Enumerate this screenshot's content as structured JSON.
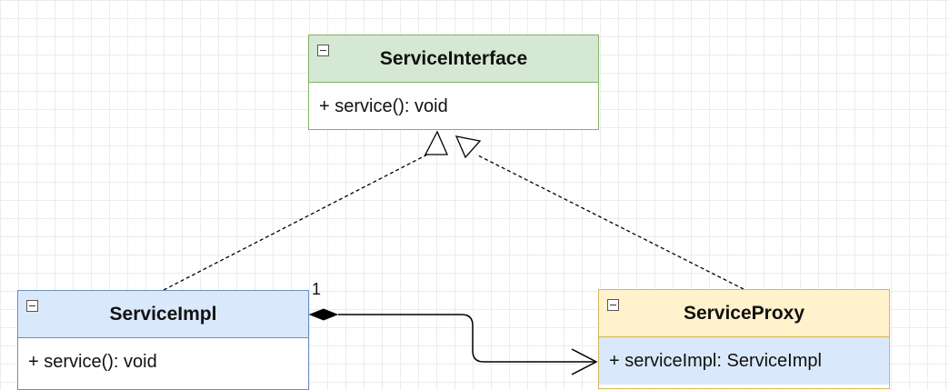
{
  "diagram": {
    "classes": [
      {
        "id": "interface",
        "name": "ServiceInterface",
        "members": [
          "+ service(): void"
        ]
      },
      {
        "id": "impl",
        "name": "ServiceImpl",
        "members": [
          "+ service(): void"
        ]
      },
      {
        "id": "proxy",
        "name": "ServiceProxy",
        "members": [
          "+ serviceImpl: ServiceImpl"
        ]
      }
    ],
    "relations": [
      {
        "type": "realization",
        "from": "ServiceImpl",
        "to": "ServiceInterface"
      },
      {
        "type": "realization",
        "from": "ServiceProxy",
        "to": "ServiceInterface"
      },
      {
        "type": "composition",
        "from": "ServiceImpl",
        "to": "ServiceProxy",
        "multiplicity": "1"
      }
    ],
    "colors": {
      "interface_fill": "#d5e8d4",
      "interface_stroke": "#82b366",
      "impl_fill": "#dae8fc",
      "impl_stroke": "#6c8ebf",
      "proxy_fill": "#fff2cc",
      "proxy_stroke": "#d6b656",
      "line": "#000000"
    }
  }
}
